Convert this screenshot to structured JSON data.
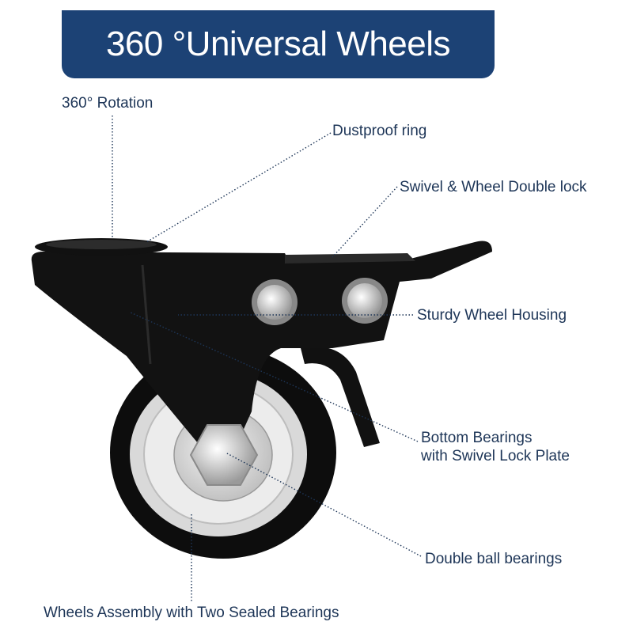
{
  "title": "360 °Universal Wheels",
  "labels": {
    "rotation": "360° Rotation",
    "dustproof": "Dustproof ring",
    "double_lock": "Swivel & Wheel Double lock",
    "housing": "Sturdy Wheel Housing",
    "bottom_bearings_1": "Bottom Bearings",
    "bottom_bearings_2": "with Swivel Lock Plate",
    "ball_bearings": "Double ball bearings",
    "wheel_assembly": "Wheels Assembly with Two Sealed Bearings"
  },
  "colors": {
    "banner": "#1c4275",
    "text": "#1d3557"
  }
}
